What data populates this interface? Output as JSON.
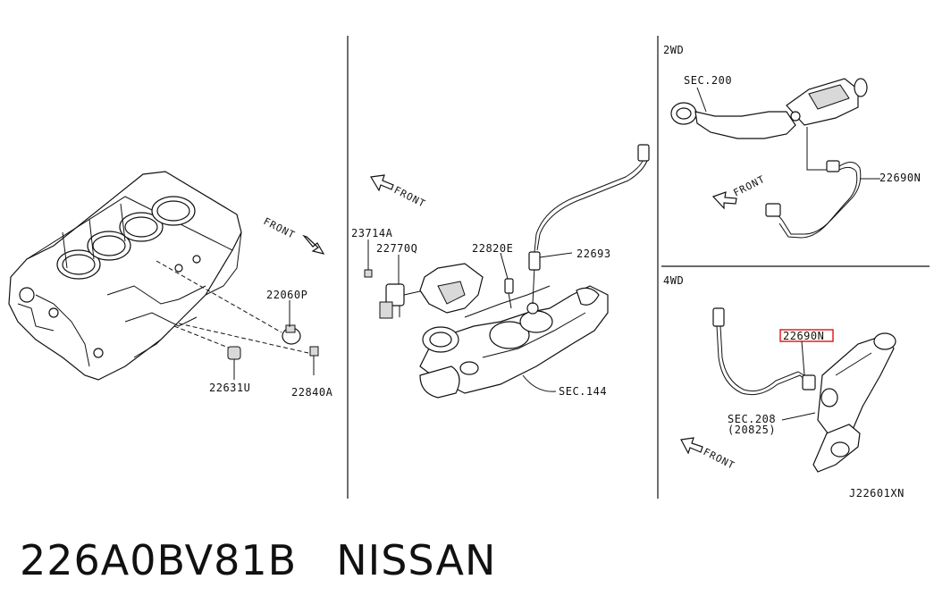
{
  "labels": {
    "p22631U": "22631U",
    "p22840A": "22840A",
    "p22060P": "22060P",
    "p23714A": "23714A",
    "p22770Q": "22770Q",
    "p22820E": "22820E",
    "p22693": "22693",
    "sec144": "SEC.144",
    "wd2": "2WD",
    "sec200": "SEC.200",
    "p22690N_2wd": "22690N",
    "wd4": "4WD",
    "p22690N_4wd": "22690N",
    "sec208": "SEC.208",
    "sec208sub": "(20825)",
    "diagram_code": "J22601XN"
  },
  "front_label": "FRONT",
  "highlight_color": "#e02020",
  "caption": {
    "part_number": "226A0BV81B",
    "brand": "NISSAN"
  }
}
